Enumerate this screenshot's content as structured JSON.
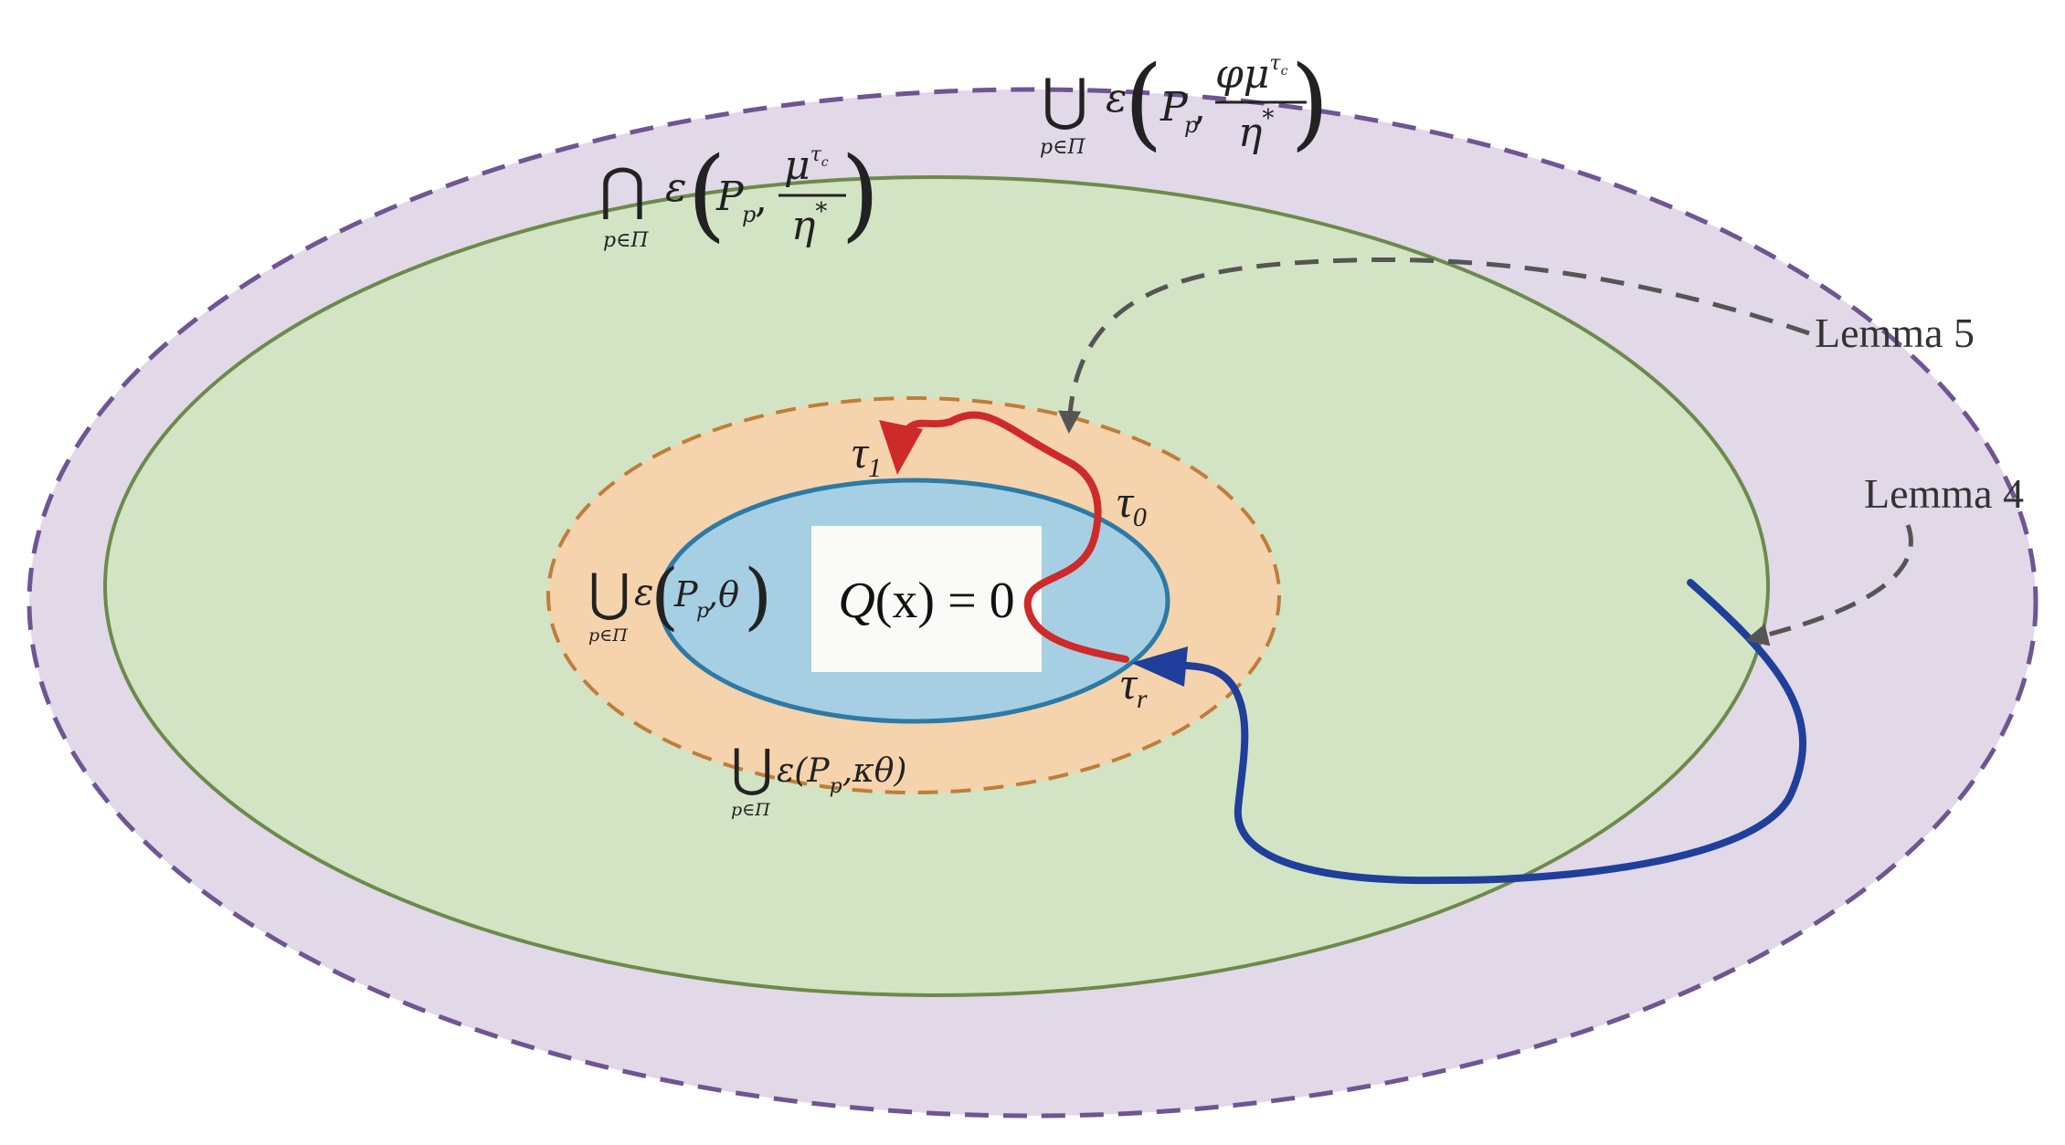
{
  "regions": {
    "outer_union": {
      "union_symbol": "⋃",
      "index": "p∈Π",
      "epsilon": "ε",
      "P": "P",
      "P_sub": "p",
      "comma": ",",
      "numerator_main": "φμ",
      "numerator_sup": "τ",
      "numerator_sup_sub": "c",
      "denominator": "η",
      "denominator_sup": "*"
    },
    "green_intersection": {
      "intersection_symbol": "⋂",
      "index": "p∈Π",
      "epsilon": "ε",
      "P": "P",
      "P_sub": "p",
      "comma": ",",
      "numerator_main": "μ",
      "numerator_sup": "τ",
      "numerator_sup_sub": "c",
      "denominator": "η",
      "denominator_sup": "*"
    },
    "orange_theta": {
      "union_symbol": "⋃",
      "index": "p∈Π",
      "epsilon": "ε",
      "P": "P",
      "P_sub": "p",
      "arg": ",θ"
    },
    "orange_kappa_theta": {
      "union_symbol": "⋃",
      "index": "p∈Π",
      "text_before": "ε(P",
      "P_sub": "p",
      "text_after": ",κθ)"
    },
    "core": {
      "label": "Q(x) = 0"
    }
  },
  "times": {
    "tau1": {
      "symbol": "τ",
      "sub": "1"
    },
    "tau0": {
      "symbol": "τ",
      "sub": "0"
    },
    "taur": {
      "symbol": "τ",
      "sub": "r"
    }
  },
  "annotations": {
    "lemma5": "Lemma 5",
    "lemma4": "Lemma 4"
  },
  "colors": {
    "outer_fill": "#e1d8e8",
    "outer_stroke": "#6f5592",
    "green_fill": "#d2e4c4",
    "green_stroke": "#6c8a4a",
    "orange_fill": "#f5d3ac",
    "orange_stroke": "#c07d3a",
    "blue_fill": "#a6cfe4",
    "blue_stroke": "#2d7aa6",
    "red_path": "#cf2a2a",
    "blue_path": "#1f3f9a",
    "annotation_arrow": "#555555"
  }
}
